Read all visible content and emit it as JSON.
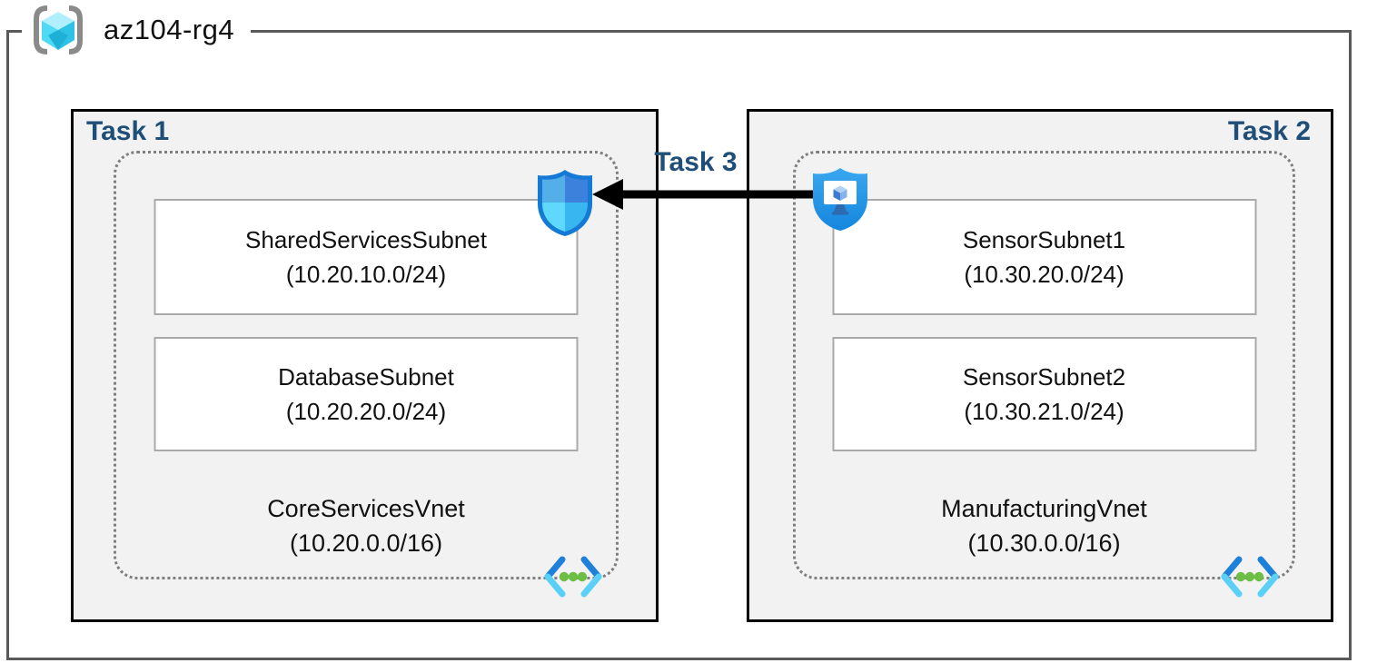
{
  "resource_group": {
    "name": "az104-rg4",
    "icon": "resource-group-icon"
  },
  "colors": {
    "task_label": "#1F4E79",
    "group_box_fill": "#F2F2F2",
    "group_box_border": "#000000",
    "outer_frame_border": "#595959",
    "vnet_dotted_border": "#7F7F7F",
    "subnet_border": "#A9A9A9",
    "arrow": "#000000",
    "azure_blue": "#1E80D8",
    "azure_cyan": "#50E6FF",
    "dot_green": "#6DBE45"
  },
  "tasks": [
    {
      "label": "Task 1",
      "badge_icon": "network-security-shield-icon",
      "vnet": {
        "name": "CoreServicesVnet",
        "cidr": "(10.20.0.0/16)",
        "icon": "virtual-network-icon"
      },
      "subnets": [
        {
          "name": "SharedServicesSubnet",
          "cidr": "(10.20.10.0/24)"
        },
        {
          "name": "DatabaseSubnet",
          "cidr": "(10.20.20.0/24)"
        }
      ]
    },
    {
      "label": "Task 2",
      "badge_icon": "bastion-shield-icon",
      "vnet": {
        "name": "ManufacturingVnet",
        "cidr": "(10.30.0.0/16)",
        "icon": "virtual-network-icon"
      },
      "subnets": [
        {
          "name": "SensorSubnet1",
          "cidr": "(10.30.20.0/24)"
        },
        {
          "name": "SensorSubnet2",
          "cidr": "(10.30.21.0/24)"
        }
      ]
    }
  ],
  "connection": {
    "label": "Task 3",
    "direction": "right-to-left",
    "from": "SensorSubnet1",
    "to": "SharedServicesSubnet"
  }
}
